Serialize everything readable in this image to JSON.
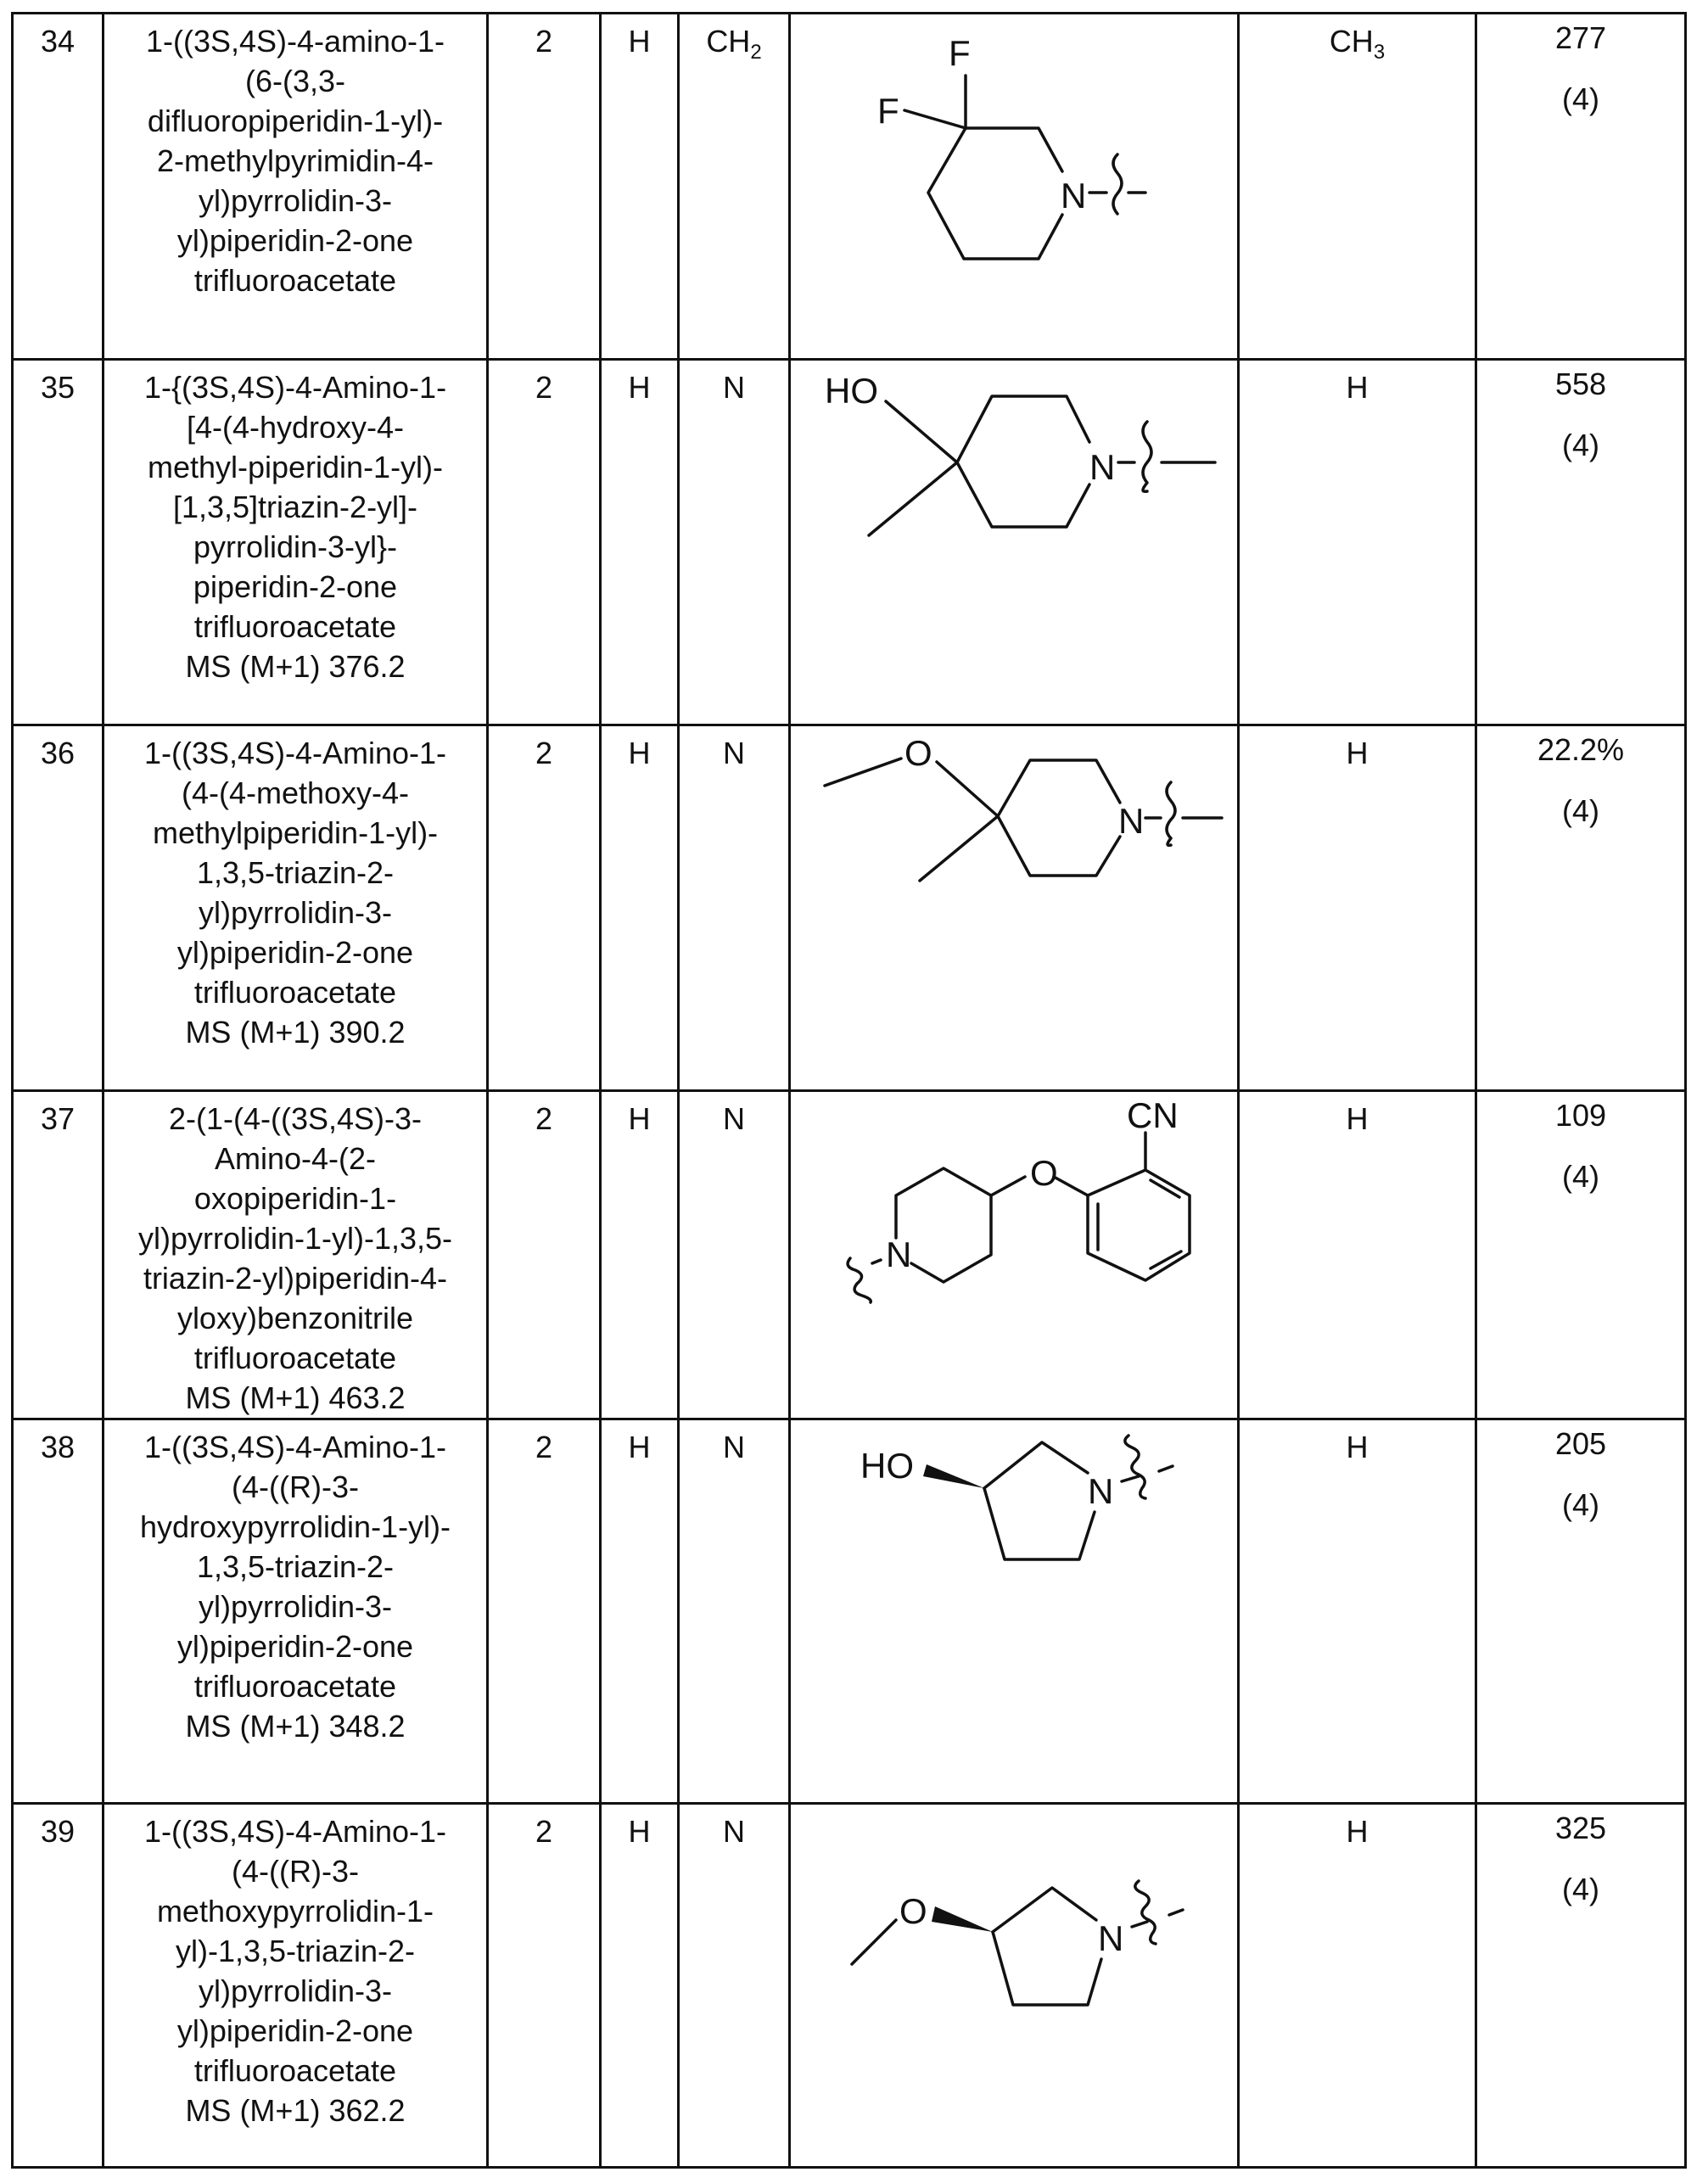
{
  "table": {
    "rows": [
      {
        "example": "34",
        "name_lines": [
          "1-((3S,4S)-4-amino-1-",
          "(6-(3,3-",
          "difluoropiperidin-1-yl)-",
          "2-methylpyrimidin-4-",
          "yl)pyrrolidin-3-",
          "yl)piperidin-2-one",
          "trifluoroacetate"
        ],
        "n": "2",
        "r1": "H",
        "x_main": "CH",
        "x_sub": "2",
        "structure": "3,3-difluoropiperidin-1-yl",
        "structure_labels": [
          "F",
          "F",
          "N"
        ],
        "r2_main": "CH",
        "r2_sub": "3",
        "value": "277",
        "value_note": "(4)"
      },
      {
        "example": "35",
        "name_lines": [
          "1-{(3S,4S)-4-Amino-1-",
          "[4-(4-hydroxy-4-",
          "methyl-piperidin-1-yl)-",
          "[1,3,5]triazin-2-yl]-",
          "pyrrolidin-3-yl}-",
          "piperidin-2-one",
          "trifluoroacetate",
          "MS (M+1) 376.2"
        ],
        "n": "2",
        "r1": "H",
        "x_main": "N",
        "x_sub": "",
        "structure": "4-hydroxy-4-methylpiperidin-1-yl",
        "structure_labels": [
          "HO",
          "N"
        ],
        "r2_main": "H",
        "r2_sub": "",
        "value": "558",
        "value_note": "(4)"
      },
      {
        "example": "36",
        "name_lines": [
          "1-((3S,4S)-4-Amino-1-",
          "(4-(4-methoxy-4-",
          "methylpiperidin-1-yl)-",
          "1,3,5-triazin-2-",
          "yl)pyrrolidin-3-",
          "yl)piperidin-2-one",
          "trifluoroacetate",
          "MS (M+1) 390.2"
        ],
        "n": "2",
        "r1": "H",
        "x_main": "N",
        "x_sub": "",
        "structure": "4-methoxy-4-methylpiperidin-1-yl",
        "structure_labels": [
          "O",
          "N"
        ],
        "r2_main": "H",
        "r2_sub": "",
        "value": "22.2%",
        "value_note": "(4)"
      },
      {
        "example": "37",
        "name_lines": [
          "2-(1-(4-((3S,4S)-3-",
          "Amino-4-(2-",
          "oxopiperidin-1-",
          "yl)pyrrolidin-1-yl)-1,3,5-",
          "triazin-2-yl)piperidin-4-",
          "yloxy)benzonitrile",
          "trifluoroacetate",
          "MS (M+1) 463.2"
        ],
        "n": "2",
        "r1": "H",
        "x_main": "N",
        "x_sub": "",
        "structure": "4-(2-cyanophenoxy)piperidin-1-yl",
        "structure_labels": [
          "CN",
          "O",
          "N"
        ],
        "r2_main": "H",
        "r2_sub": "",
        "value": "109",
        "value_note": "(4)"
      },
      {
        "example": "38",
        "name_lines": [
          "1-((3S,4S)-4-Amino-1-",
          "(4-((R)-3-",
          "hydroxypyrrolidin-1-yl)-",
          "1,3,5-triazin-2-",
          "yl)pyrrolidin-3-",
          "yl)piperidin-2-one",
          "trifluoroacetate",
          "MS (M+1) 348.2"
        ],
        "n": "2",
        "r1": "H",
        "x_main": "N",
        "x_sub": "",
        "structure": "(R)-3-hydroxypyrrolidin-1-yl",
        "structure_labels": [
          "HO",
          "N"
        ],
        "r2_main": "H",
        "r2_sub": "",
        "value": "205",
        "value_note": "(4)"
      },
      {
        "example": "39",
        "name_lines": [
          "1-((3S,4S)-4-Amino-1-",
          "(4-((R)-3-",
          "methoxypyrrolidin-1-",
          "yl)-1,3,5-triazin-2-",
          "yl)pyrrolidin-3-",
          "yl)piperidin-2-one",
          "trifluoroacetate",
          "MS (M+1) 362.2"
        ],
        "n": "2",
        "r1": "H",
        "x_main": "N",
        "x_sub": "",
        "structure": "(R)-3-methoxypyrrolidin-1-yl",
        "structure_labels": [
          "O",
          "N"
        ],
        "r2_main": "H",
        "r2_sub": "",
        "value": "325",
        "value_note": "(4)"
      }
    ]
  }
}
